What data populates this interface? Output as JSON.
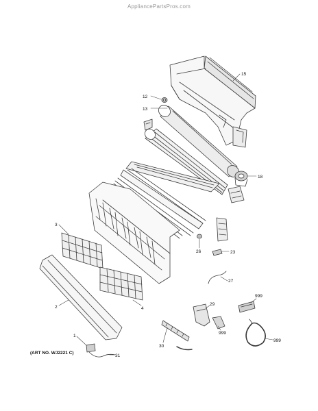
{
  "watermark": "AppliancePartsPros.com",
  "art_number": "(ART NO. WJ2221 C)",
  "callouts": [
    "15",
    "12",
    "13",
    "18",
    "3",
    "26",
    "23",
    "27",
    "2",
    "4",
    "29",
    "999",
    "999",
    "999",
    "1",
    "30",
    "31"
  ]
}
